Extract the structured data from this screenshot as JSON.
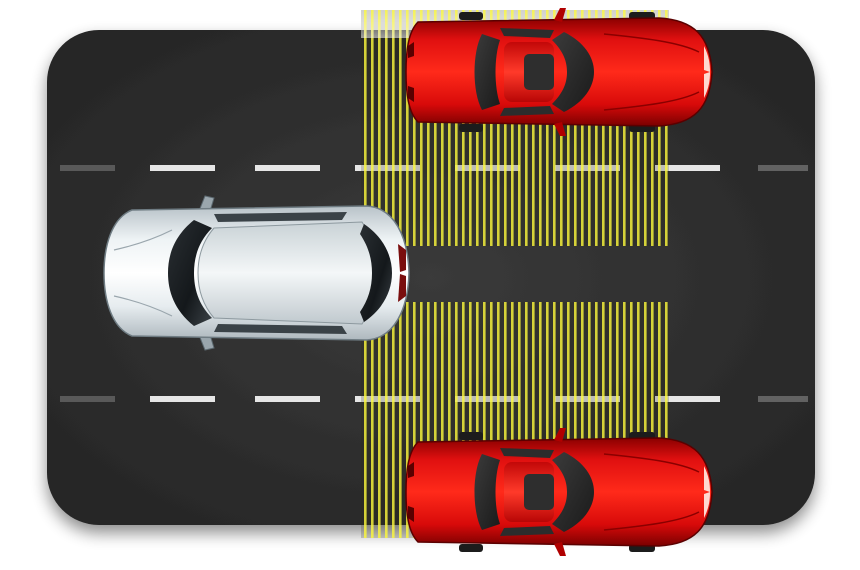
{
  "scene": {
    "type": "blind-spot-detection-illustration",
    "colors": {
      "road": "#2b2b2b",
      "lane_marking": "#e6e6e6",
      "detection_zone": "#f2ee3a",
      "ego_car_body": "#dfe6ea",
      "other_car_body": "#d60b0b"
    },
    "lane_lines": 2,
    "detection_zones": [
      "upper-right",
      "lower-right"
    ],
    "vehicles": [
      {
        "role": "ego",
        "color_name": "silver",
        "heading": "right"
      },
      {
        "role": "adjacent",
        "color_name": "red",
        "heading": "right"
      },
      {
        "role": "adjacent",
        "color_name": "red",
        "heading": "right"
      }
    ]
  }
}
